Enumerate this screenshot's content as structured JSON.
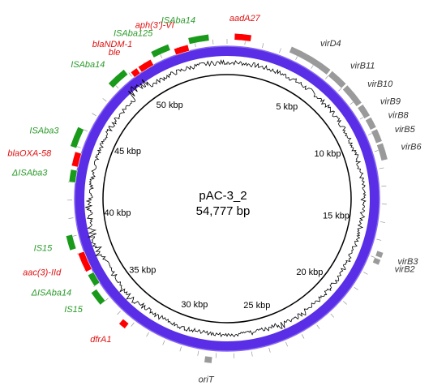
{
  "plasmid": {
    "name": "pAC-3_2",
    "size_label": "54,777 bp",
    "length_bp": 54777
  },
  "colors": {
    "backbone": "#5a2ee6",
    "backbone_edge": "#8a6af0",
    "resistance": "#ff0000",
    "mobile": "#1a9a1a",
    "vir": "#9a9a9a",
    "gc": "#000000",
    "resistance_label": "#e01010",
    "mobile_label": "#2a9a2a",
    "vir_label": "#333333"
  },
  "ticks": [
    {
      "label": "5 kbp",
      "kb": 5
    },
    {
      "label": "10 kbp",
      "kb": 10
    },
    {
      "label": "15 kbp",
      "kb": 15
    },
    {
      "label": "20 kbp",
      "kb": 20
    },
    {
      "label": "25 kbp",
      "kb": 25
    },
    {
      "label": "30 kbp",
      "kb": 30
    },
    {
      "label": "35 kbp",
      "kb": 35
    },
    {
      "label": "40 kbp",
      "kb": 40
    },
    {
      "label": "45 kbp",
      "kb": 45
    },
    {
      "label": "50 kbp",
      "kb": 50
    }
  ],
  "features": [
    {
      "name": "aadA27",
      "category": "resistance",
      "start_kb": 0.4,
      "end_kb": 1.3,
      "strand": "outer",
      "label_pos": "right"
    },
    {
      "name": "virD4",
      "category": "vir",
      "start_kb": 3.5,
      "end_kb": 5.9,
      "strand": "outer",
      "label_pos": "right"
    },
    {
      "name": "virB11",
      "category": "vir",
      "start_kb": 6.0,
      "end_kb": 7.0,
      "strand": "outer",
      "label_pos": "right"
    },
    {
      "name": "virB10",
      "category": "vir",
      "start_kb": 7.1,
      "end_kb": 8.3,
      "strand": "outer",
      "label_pos": "right"
    },
    {
      "name": "virB9",
      "category": "vir",
      "start_kb": 8.4,
      "end_kb": 9.1,
      "strand": "outer",
      "label_pos": "right"
    },
    {
      "name": "virB8",
      "category": "vir",
      "start_kb": 9.2,
      "end_kb": 9.8,
      "strand": "outer",
      "label_pos": "right"
    },
    {
      "name": "virB5",
      "category": "vir",
      "start_kb": 9.9,
      "end_kb": 10.6,
      "strand": "outer",
      "label_pos": "right"
    },
    {
      "name": "virB6",
      "category": "vir",
      "start_kb": 10.7,
      "end_kb": 11.6,
      "strand": "outer",
      "label_pos": "right"
    },
    {
      "name": "virB3",
      "category": "vir",
      "start_kb": 16.6,
      "end_kb": 16.9,
      "strand": "outer",
      "label_pos": "right"
    },
    {
      "name": "virB2",
      "category": "vir",
      "start_kb": 17.0,
      "end_kb": 17.3,
      "strand": "outer",
      "label_pos": "right"
    },
    {
      "name": "oriT",
      "category": "vir",
      "start_kb": 28.2,
      "end_kb": 28.6,
      "strand": "outer",
      "label_pos": "left"
    },
    {
      "name": "dfrA1",
      "category": "resistance",
      "start_kb": 33.2,
      "end_kb": 33.6,
      "strand": "outer",
      "label_pos": "left"
    },
    {
      "name": "IS15",
      "category": "mobile",
      "start_kb": 35.0,
      "end_kb": 35.8,
      "strand": "outer",
      "label_pos": "left"
    },
    {
      "name": "ΔISAba14",
      "category": "mobile",
      "start_kb": 36.0,
      "end_kb": 36.7,
      "strand": "inner",
      "label_pos": "left"
    },
    {
      "name": "aac(3)-IId",
      "category": "resistance",
      "start_kb": 36.9,
      "end_kb": 38.0,
      "strand": "inner",
      "label_pos": "left"
    },
    {
      "name": "IS15",
      "category": "mobile",
      "start_kb": 38.3,
      "end_kb": 39.1,
      "strand": "outer",
      "label_pos": "left"
    },
    {
      "name": "ΔISAba3",
      "category": "mobile",
      "start_kb": 42.0,
      "end_kb": 42.7,
      "strand": "inner",
      "label_pos": "left"
    },
    {
      "name": "blaOXA-58",
      "category": "resistance",
      "start_kb": 42.9,
      "end_kb": 43.7,
      "strand": "inner",
      "label_pos": "left"
    },
    {
      "name": "ISAba3",
      "category": "mobile",
      "start_kb": 43.9,
      "end_kb": 45.0,
      "strand": "outer",
      "label_pos": "left"
    },
    {
      "name": "ISAba14",
      "category": "mobile",
      "start_kb": 47.8,
      "end_kb": 48.9,
      "strand": "outer",
      "label_pos": "left"
    },
    {
      "name": "ble",
      "category": "resistance",
      "start_kb": 49.1,
      "end_kb": 49.5,
      "strand": "inner",
      "label_pos": "left"
    },
    {
      "name": "blaNDM-1",
      "category": "resistance",
      "start_kb": 49.6,
      "end_kb": 50.4,
      "strand": "inner",
      "label_pos": "left"
    },
    {
      "name": "ISAba125",
      "category": "mobile",
      "start_kb": 50.6,
      "end_kb": 51.6,
      "strand": "outer",
      "label_pos": "left"
    },
    {
      "name": "aph(3')-VI",
      "category": "resistance",
      "start_kb": 51.8,
      "end_kb": 52.6,
      "strand": "inner",
      "label_pos": "left"
    },
    {
      "name": "ISAba14",
      "category": "mobile",
      "start_kb": 52.7,
      "end_kb": 53.8,
      "strand": "outer",
      "label_pos": "left"
    }
  ]
}
